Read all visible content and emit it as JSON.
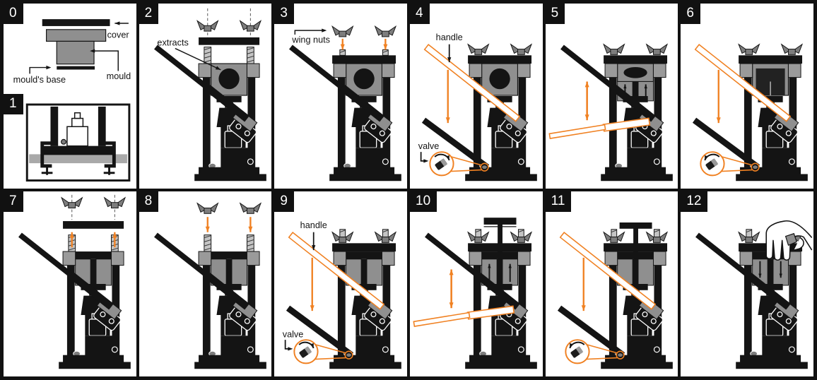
{
  "diagram": {
    "type": "step-by-step instructional diagram",
    "subject": "hydraulic jack press: pressing a mould and extracting the part",
    "panel_count": 13,
    "step_numbers": [
      "0",
      "1",
      "2",
      "3",
      "4",
      "5",
      "6",
      "7",
      "8",
      "9",
      "10",
      "11",
      "12"
    ]
  },
  "colors": {
    "ink": "#141414",
    "grey": "#8f8f8f",
    "grey_dark": "#7d7d7d",
    "grey_light": "#c4c4c4",
    "bench_grey": "#a9a9a9",
    "orange": "#f08122",
    "white": "#ffffff"
  },
  "panels": [
    {
      "badge": "0",
      "scene": "mould-parts",
      "labels": {
        "cover": "cover",
        "mould": "mould",
        "base": "mould's base"
      }
    },
    {
      "badge": "1",
      "scene": "clamped-base",
      "labels": {}
    },
    {
      "badge": "2",
      "scene": "press",
      "labels": {
        "extracts": "extracts"
      },
      "state": {
        "nuts": "float",
        "dash": true,
        "cover": "float",
        "rods": true,
        "mould": "round",
        "handle": "up"
      }
    },
    {
      "badge": "3",
      "scene": "press",
      "labels": {
        "wing_nuts": "wing nuts"
      },
      "state": {
        "nuts": "float",
        "nut_arrows": "down",
        "cover": "on",
        "studs": "cover",
        "mould": "round",
        "handle": "up"
      }
    },
    {
      "badge": "4",
      "scene": "press",
      "labels": {
        "handle": "handle",
        "valve": "valve"
      },
      "state": {
        "nuts": "on",
        "cover": "on",
        "mould": "round",
        "handle": "to-valve",
        "valve": "cw"
      }
    },
    {
      "badge": "5",
      "scene": "press",
      "labels": {},
      "state": {
        "nuts": "on",
        "cover": "on",
        "mould": "pressing",
        "mould_arrows": "up",
        "handle": "pump"
      }
    },
    {
      "badge": "6",
      "scene": "press",
      "labels": {},
      "state": {
        "nuts": "on",
        "cover": "on",
        "mould": "pressed",
        "handle": "to-valve",
        "valve": "ccw"
      }
    },
    {
      "badge": "7",
      "scene": "press",
      "labels": {},
      "state": {
        "nuts": "float",
        "dash": true,
        "cover": "float",
        "rods": true,
        "rod_arrows": "up",
        "mould": "split",
        "handle": "up"
      }
    },
    {
      "badge": "8",
      "scene": "press",
      "labels": {},
      "state": {
        "nuts": "float",
        "nut_arrows": "down",
        "rods": true,
        "mould": "split",
        "handle": "up"
      }
    },
    {
      "badge": "9",
      "scene": "press",
      "labels": {
        "handle": "handle",
        "valve": "valve"
      },
      "state": {
        "nuts": "on",
        "studs": "nuts",
        "cover": "on",
        "mould": "split",
        "handle": "to-valve",
        "valve": "cw"
      }
    },
    {
      "badge": "10",
      "scene": "press",
      "labels": {},
      "state": {
        "nuts": "on",
        "studs": "nuts",
        "cover": "on",
        "mould": "split",
        "mould_arrows": "up",
        "pusher": "high",
        "handle": "pump"
      }
    },
    {
      "badge": "11",
      "scene": "press",
      "labels": {},
      "state": {
        "nuts": "on",
        "studs": "nuts",
        "cover": "on",
        "mould": "split",
        "pusher": "low",
        "handle": "to-valve",
        "valve": "ccw"
      }
    },
    {
      "badge": "12",
      "scene": "press",
      "labels": {},
      "state": {
        "nuts": "on",
        "studs": "nuts",
        "cover": "on",
        "mould": "split",
        "mould_arrows": "down",
        "hand": true,
        "handle": "up"
      }
    }
  ]
}
